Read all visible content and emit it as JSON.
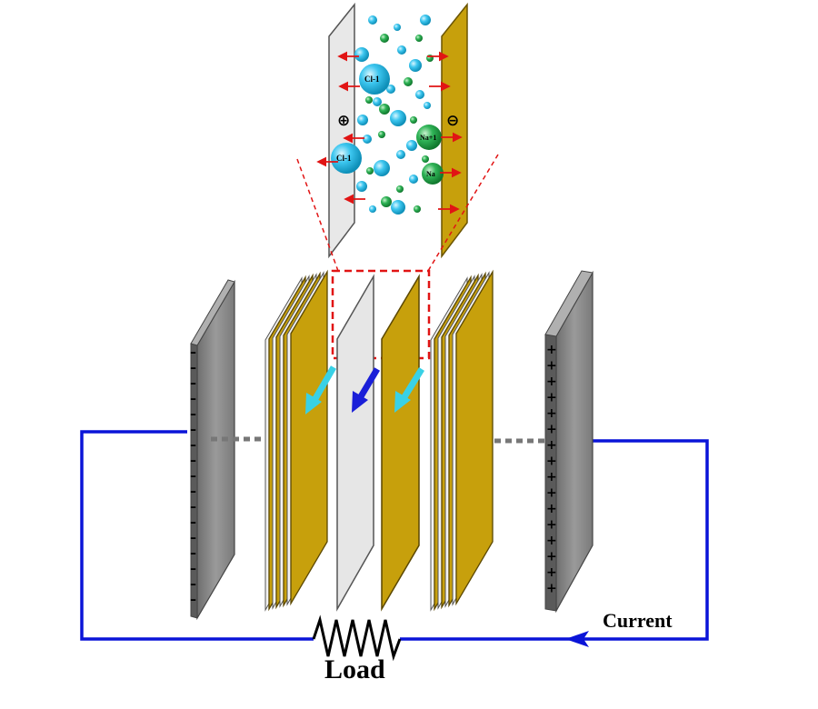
{
  "labels": {
    "current": "Current",
    "load": "Load"
  },
  "ions": {
    "chloride": "Cl-1",
    "sodium_charged": "Na+1",
    "sodium": "Na"
  },
  "electrode_signs": {
    "positive": "⊕",
    "negative": "⊖",
    "plus": "+",
    "minus": "–"
  },
  "colors": {
    "wire": "#0a14d8",
    "gold_plate": "#c7a00c",
    "gray_plate": "#8a8a8a",
    "white_plate": "#e6e6e6",
    "cation_ball": "#1fa84a",
    "anion_ball": "#27b6e6",
    "flow_arrow_cyan": "#39d1e6",
    "flow_arrow_blue": "#1a1fd8",
    "zoom_box": "#e11414",
    "ion_arrow": "#e11414"
  }
}
